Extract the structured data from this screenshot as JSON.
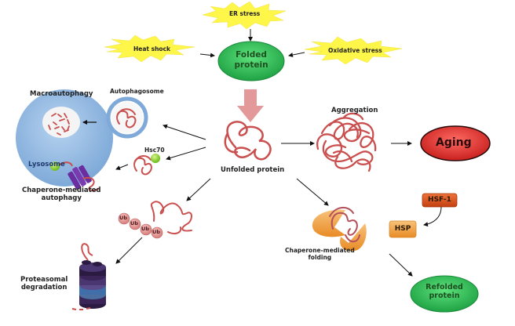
{
  "diagram": {
    "stressors": {
      "er_stress": "ER stress",
      "heat_shock": "Heat shock",
      "oxidative_stress": "Oxidative stress"
    },
    "folded_protein": {
      "line1": "Folded",
      "line2": "protein"
    },
    "unfolded_protein": "Unfolded protein",
    "aggregation": "Aggregation",
    "aging": "Aging",
    "macroautophagy": "Macroautophagy",
    "autophagosome": "Autophagosome",
    "lysosome": "Lysosome",
    "hsc70": "Hsc70",
    "cma": {
      "line1": "Chaperone-mediated",
      "line2": "autophagy"
    },
    "ubiquitin": [
      "Ub",
      "Ub",
      "Ub",
      "Ub"
    ],
    "proteasome": {
      "line1": "Proteasomal",
      "line2": "degradation"
    },
    "chaperone_folding": {
      "line1": "Chaperone-mediated",
      "line2": "folding"
    },
    "hsf1": "HSF-1",
    "hsp": "HSP",
    "refolded_protein": {
      "line1": "Refolded",
      "line2": "protein"
    },
    "colors": {
      "star_fill": "#fff64a",
      "green_oval": "#33c45a",
      "aging_red": "#e43a36",
      "protein_strand": "#c9504f",
      "lysosome_blue": "#8fb8e0",
      "down_arrow": "#e3999a",
      "hsf1_orange": "#d9531a",
      "hsp_orange": "#f6a94a",
      "chaperone_orange": "#f3a64a",
      "lamp_purple": "#6b2ea0",
      "hsc70_green": "#9ad534"
    }
  }
}
